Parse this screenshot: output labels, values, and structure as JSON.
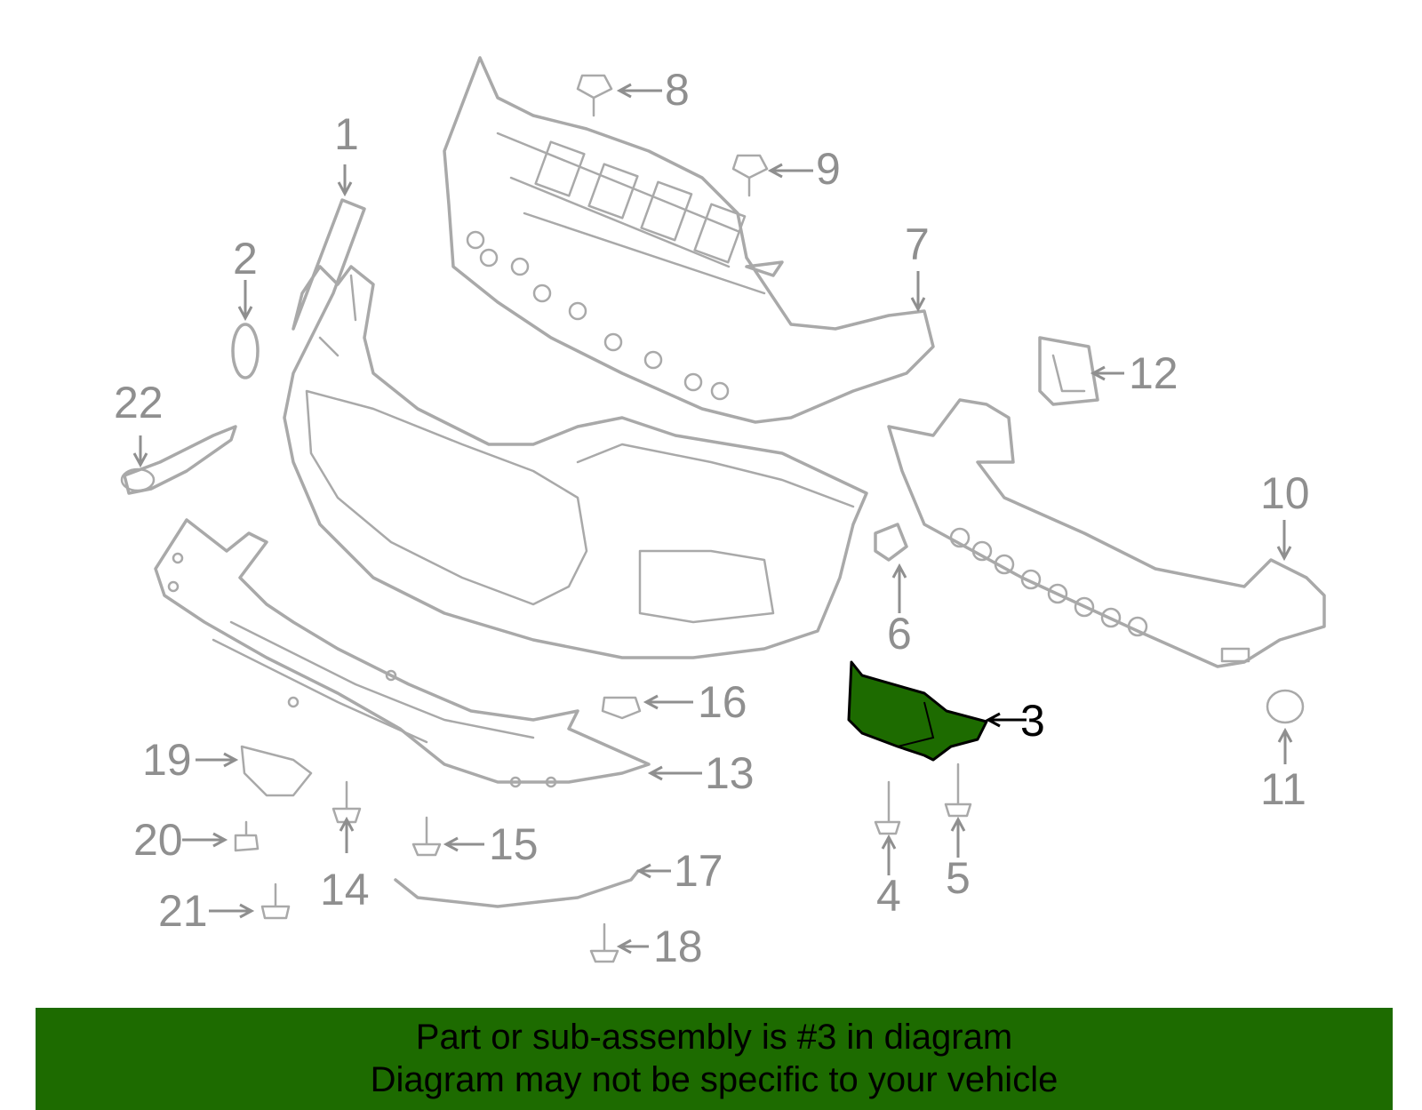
{
  "diagram": {
    "highlight_color": "#1d6b00",
    "callouts": {
      "c1": "1",
      "c2": "2",
      "c3": "3",
      "c4": "4",
      "c5": "5",
      "c6": "6",
      "c7": "7",
      "c8": "8",
      "c9": "9",
      "c10": "10",
      "c11": "11",
      "c12": "12",
      "c13": "13",
      "c14": "14",
      "c15": "15",
      "c16": "16",
      "c17": "17",
      "c18": "18",
      "c19": "19",
      "c20": "20",
      "c21": "21",
      "c22": "22"
    },
    "highlighted_part": "3"
  },
  "banner": {
    "line1": "Part or sub-assembly is #3 in diagram",
    "line2": "Diagram may not be specific to your vehicle"
  }
}
